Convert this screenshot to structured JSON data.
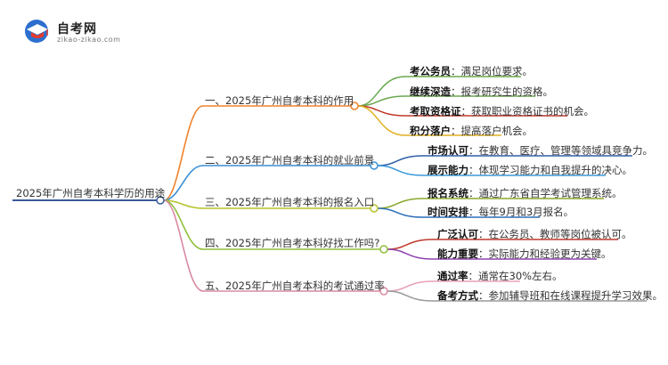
{
  "logo": {
    "name": "自考网",
    "url": "zikao-zikao.com",
    "icon": "graduation-cap-icon"
  },
  "root": {
    "label": "2025年广州自考本科学历的用途"
  },
  "branches": [
    {
      "label": "一、2025年广州自考本科的作用",
      "color": "#f0822b",
      "leaves": [
        {
          "key": "考公务员",
          "sep": "：",
          "text": "满足岗位要求。",
          "color": "#6aa84f"
        },
        {
          "key": "继续深造",
          "sep": "：",
          "text": "报考研究生的资格。",
          "color": "#6aa84f"
        },
        {
          "key": "考取资格证",
          "sep": "：",
          "text": "获取职业资格证书的机会。",
          "color": "#c0392b"
        },
        {
          "key": "积分落户",
          "sep": "：",
          "text": "提高落户机会。",
          "color": "#e0b020"
        }
      ]
    },
    {
      "label": "二、2025年广州自考本科的就业前景",
      "color": "#3a8fd6",
      "leaves": [
        {
          "key": "市场认可",
          "sep": "：",
          "text": "在教育、医疗、管理等领域具竞争力。",
          "color": "#2e5fa8"
        },
        {
          "key": "展示能力",
          "sep": "：",
          "text": "体现学习能力和自我提升的决心。",
          "color": "#3a9ad9"
        }
      ]
    },
    {
      "label": "三、2025年广州自考本科的报名入口",
      "color": "#b5c22a",
      "leaves": [
        {
          "key": "报名系统",
          "sep": "：",
          "text": "通过广东省自学考试管理系统。",
          "color": "#8aa82a"
        },
        {
          "key": "时间安排",
          "sep": "：",
          "text": "每年9月和3月报名。",
          "color": "#2e6fba"
        }
      ]
    },
    {
      "label": "四、2025年广州自考本科好找工作吗?",
      "color": "#8fbf3a",
      "leaves": [
        {
          "key": "广泛认可",
          "sep": "：",
          "text": "在公务员、教师等岗位被认可。",
          "color": "#c0392b"
        },
        {
          "key": "能力重要",
          "sep": "：",
          "text": "实际能力和经验更为关键。",
          "color": "#8e44ad"
        }
      ]
    },
    {
      "label": "五、2025年广州自考本科的考试通过率",
      "color": "#d98aa0",
      "leaves": [
        {
          "key": "通过率",
          "sep": "：",
          "text": "通常在30%左右。",
          "color": "#e8a0b8"
        },
        {
          "key": "备考方式",
          "sep": "：",
          "text": "参加辅导班和在线课程提升学习效果。",
          "color": "#9a9a9a"
        }
      ]
    }
  ]
}
